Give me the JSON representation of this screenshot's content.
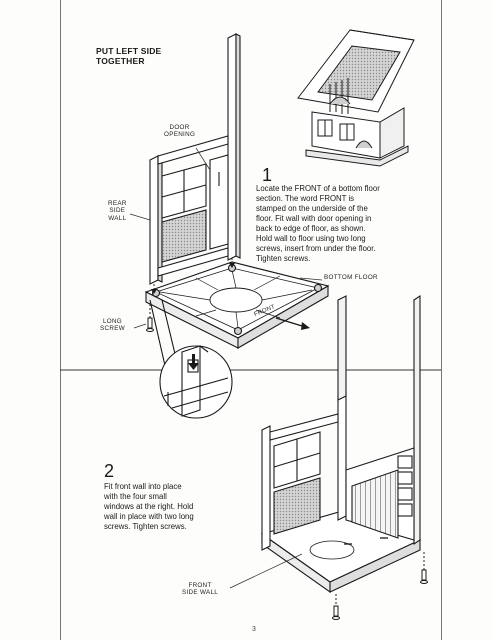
{
  "heading": {
    "line1": "PUT LEFT SIDE",
    "line2": "TOGETHER"
  },
  "labels": {
    "door_opening_1": "DOOR",
    "door_opening_2": "OPENING",
    "rear_side_wall_1": "REAR",
    "rear_side_wall_2": "SIDE",
    "rear_side_wall_3": "WALL",
    "bottom_floor": "BOTTOM FLOOR",
    "long_screw_1": "LONG",
    "long_screw_2": "SCREW",
    "front_stamp": "FRONT",
    "front_side_wall_1": "FRONT",
    "front_side_wall_2": "SIDE WALL"
  },
  "steps": [
    {
      "number": "1",
      "lines": [
        "Locate the FRONT of a bottom floor",
        "section. The word FRONT is",
        "stamped on the underside of the",
        "floor. Fit wall with door opening in",
        "back to edge of floor, as shown.",
        "Hold wall to floor using two long",
        "screws, insert from under the floor.",
        "Tighten screws."
      ]
    },
    {
      "number": "2",
      "lines": [
        "Fit front wall into place",
        "with the four small",
        "windows at the right. Hold",
        "wall in place with two long",
        "screws. Tighten screws."
      ]
    }
  ],
  "page_number": "3",
  "colors": {
    "ink": "#1a1a1a",
    "paper": "#fdfdfb",
    "shade": "#bdbdbd"
  }
}
